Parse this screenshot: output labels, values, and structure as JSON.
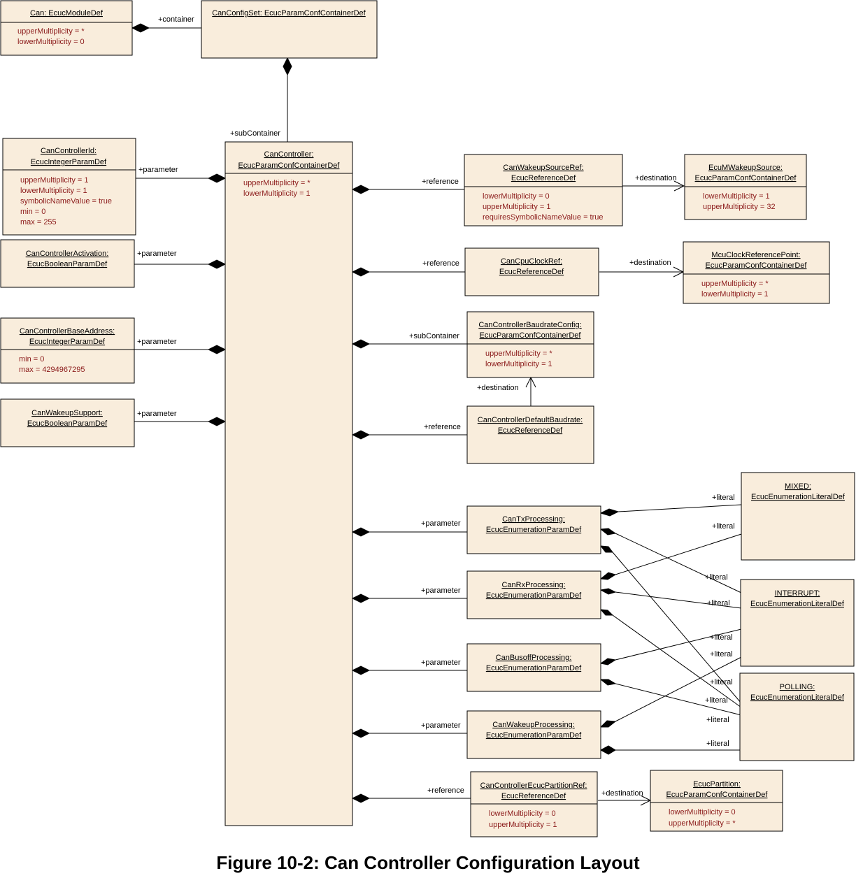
{
  "caption": "Figure 10-2: Can Controller Configuration Layout",
  "boxes": {
    "can": {
      "title": "Can: EcucModuleDef",
      "attrs": [
        "upperMultiplicity = *",
        "lowerMultiplicity = 0"
      ]
    },
    "canConfigSet": {
      "title": "CanConfigSet: EcucParamConfContainerDef",
      "attrs": []
    },
    "canController": {
      "title": [
        "CanController:",
        "EcucParamConfContainerDef"
      ],
      "attrs": [
        "upperMultiplicity = *",
        "lowerMultiplicity = 1"
      ]
    },
    "canControllerId": {
      "title": [
        "CanControllerId:",
        "EcucIntegerParamDef"
      ],
      "attrs": [
        "upperMultiplicity = 1",
        "lowerMultiplicity = 1",
        "symbolicNameValue = true",
        "min = 0",
        "max = 255"
      ]
    },
    "canControllerActivation": {
      "title": [
        "CanControllerActivation:",
        "EcucBooleanParamDef"
      ],
      "attrs": []
    },
    "canControllerBaseAddress": {
      "title": [
        "CanControllerBaseAddress:",
        "EcucIntegerParamDef"
      ],
      "attrs": [
        "min = 0",
        "max = 4294967295"
      ]
    },
    "canWakeupSupport": {
      "title": [
        "CanWakeupSupport:",
        "EcucBooleanParamDef"
      ],
      "attrs": []
    },
    "canWakeupSourceRef": {
      "title": [
        "CanWakeupSourceRef:",
        "EcucReferenceDef"
      ],
      "attrs": [
        "lowerMultiplicity = 0",
        "upperMultiplicity = 1",
        "requiresSymbolicNameValue = true"
      ]
    },
    "ecuMWakeupSource": {
      "title": [
        "EcuMWakeupSource:",
        "EcucParamConfContainerDef"
      ],
      "attrs": [
        "lowerMultiplicity = 1",
        "upperMultiplicity = 32"
      ]
    },
    "canCpuClockRef": {
      "title": [
        "CanCpuClockRef:",
        "EcucReferenceDef"
      ],
      "attrs": []
    },
    "mcuClockReferencePoint": {
      "title": [
        "McuClockReferencePoint:",
        "EcucParamConfContainerDef"
      ],
      "attrs": [
        "upperMultiplicity = *",
        "lowerMultiplicity = 1"
      ]
    },
    "canControllerBaudrateConfig": {
      "title": [
        "CanControllerBaudrateConfig:",
        "EcucParamConfContainerDef"
      ],
      "attrs": [
        "upperMultiplicity = *",
        "lowerMultiplicity = 1"
      ]
    },
    "canControllerDefaultBaudrate": {
      "title": [
        "CanControllerDefaultBaudrate:",
        "EcucReferenceDef"
      ],
      "attrs": []
    },
    "canTxProcessing": {
      "title": [
        "CanTxProcessing:",
        "EcucEnumerationParamDef"
      ],
      "attrs": []
    },
    "canRxProcessing": {
      "title": [
        "CanRxProcessing:",
        "EcucEnumerationParamDef"
      ],
      "attrs": []
    },
    "canBusoffProcessing": {
      "title": [
        "CanBusoffProcessing:",
        "EcucEnumerationParamDef"
      ],
      "attrs": []
    },
    "canWakeupProcessing": {
      "title": [
        "CanWakeupProcessing:",
        "EcucEnumerationParamDef"
      ],
      "attrs": []
    },
    "mixed": {
      "title": [
        "MIXED:",
        "EcucEnumerationLiteralDef"
      ],
      "attrs": []
    },
    "interrupt": {
      "title": [
        "INTERRUPT:",
        "EcucEnumerationLiteralDef"
      ],
      "attrs": []
    },
    "polling": {
      "title": [
        "POLLING:",
        "EcucEnumerationLiteralDef"
      ],
      "attrs": []
    },
    "canControllerEcucPartitionRef": {
      "title": [
        "CanControllerEcucPartitionRef:",
        "EcucReferenceDef"
      ],
      "attrs": [
        "lowerMultiplicity = 0",
        "upperMultiplicity = 1"
      ]
    },
    "ecucPartition": {
      "title": [
        "EcucPartition:",
        "EcucParamConfContainerDef"
      ],
      "attrs": [
        "lowerMultiplicity = 0",
        "upperMultiplicity = *"
      ]
    }
  },
  "roles": {
    "container": "+container",
    "subContainer": "+subContainer",
    "parameter": "+parameter",
    "reference": "+reference",
    "destination": "+destination",
    "literal": "+literal"
  }
}
